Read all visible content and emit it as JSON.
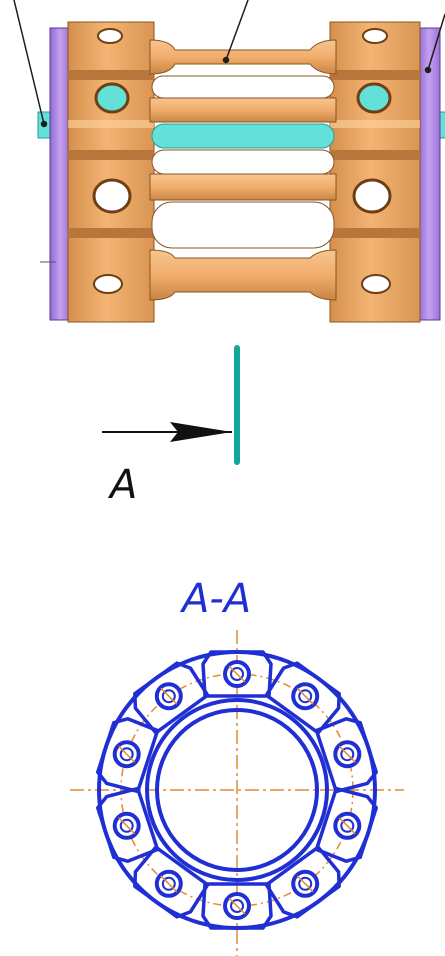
{
  "view_label": "A",
  "section_label": "A-A",
  "colors": {
    "body_fill": "#f1ad6b",
    "body_shadow": "#b8773a",
    "body_light": "#ffd3a0",
    "end_plate": "#b98ae0",
    "shaft": "#63e1d9",
    "section_line": "#12a79b",
    "section_stroke": "#1f2fd4",
    "centerline": "#e18a35",
    "arrow": "#111111"
  },
  "section_view": {
    "bolt_hole_count": 10
  }
}
